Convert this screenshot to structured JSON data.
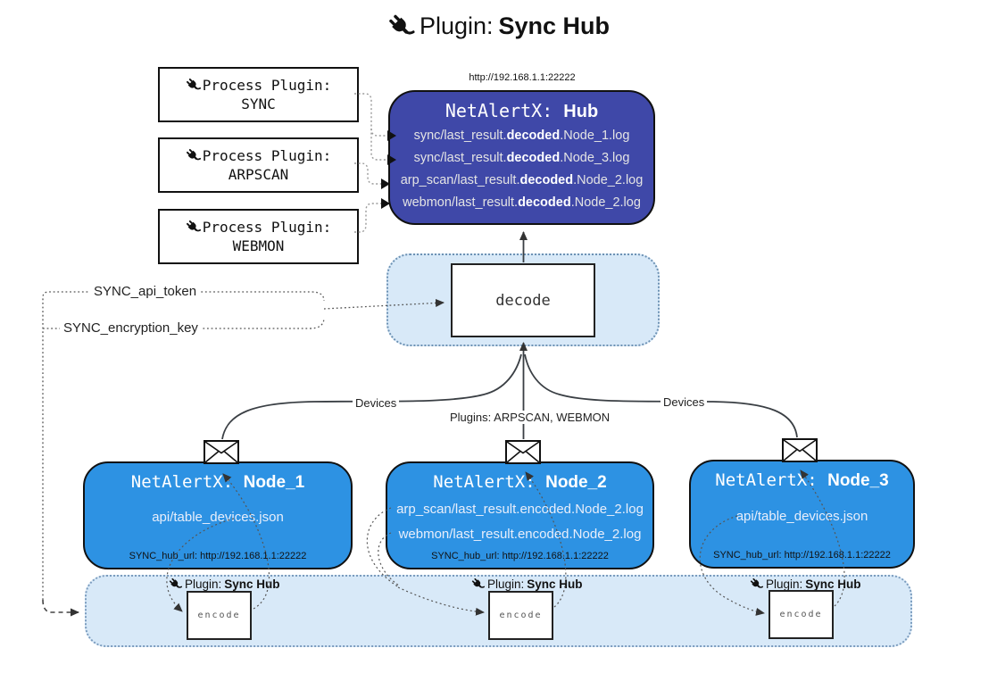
{
  "title": {
    "prefix": "Plugin:",
    "name": "Sync Hub"
  },
  "process_plugins": [
    {
      "label": "Process Plugin:",
      "name": "SYNC"
    },
    {
      "label": "Process Plugin:",
      "name": "ARPSCAN"
    },
    {
      "label": "Process Plugin:",
      "name": "WEBMON"
    }
  ],
  "hub": {
    "url": "http://192.168.1.1:22222",
    "title_prefix": "NetAlertX: ",
    "title_name": "Hub",
    "log_lines": [
      {
        "pre": "sync/last_result.",
        "bold": "decoded",
        "post": ".Node_1.log"
      },
      {
        "pre": "sync/last_result.",
        "bold": "decoded",
        "post": ".Node_3.log"
      },
      {
        "pre": "arp_scan/last_result.",
        "bold": "decoded",
        "post": ".Node_2.log"
      },
      {
        "pre": "webmon/last_result.",
        "bold": "decoded",
        "post": ".Node_2.log"
      }
    ]
  },
  "decode_box": {
    "label": "decode"
  },
  "config": {
    "api_token": "SYNC_api_token",
    "encryption_key": "SYNC_encryption_key"
  },
  "edge_labels": {
    "devices_left": "Devices",
    "plugins_center": "Plugins: ARPSCAN, WEBMON",
    "devices_right": "Devices"
  },
  "nodes": [
    {
      "title_prefix": "NetAlertX: ",
      "title_name": "Node_1",
      "files": [
        "api/table_devices.json"
      ],
      "hub_url": "SYNC_hub_url: http://192.168.1.1:22222"
    },
    {
      "title_prefix": "NetAlertX: ",
      "title_name": "Node_2",
      "files": [
        "arp_scan/last_result.encoded.Node_2.log",
        "webmon/last_result.encoded.Node_2.log"
      ],
      "hub_url": "SYNC_hub_url: http://192.168.1.1:22222"
    },
    {
      "title_prefix": "NetAlertX: ",
      "title_name": "Node_3",
      "files": [
        "api/table_devices.json"
      ],
      "hub_url": "SYNC_hub_url: http://192.168.1.1:22222"
    }
  ],
  "encode_band": {
    "plugin_prefix": "Plugin:",
    "plugin_name": "Sync Hub",
    "encode_label": "encode"
  },
  "colors": {
    "hub_fill": "#3f48a8",
    "node_fill": "#2d92e3",
    "band_fill": "#d8e9f8",
    "band_border": "#7b9cbe",
    "line": "#3a3f44"
  }
}
